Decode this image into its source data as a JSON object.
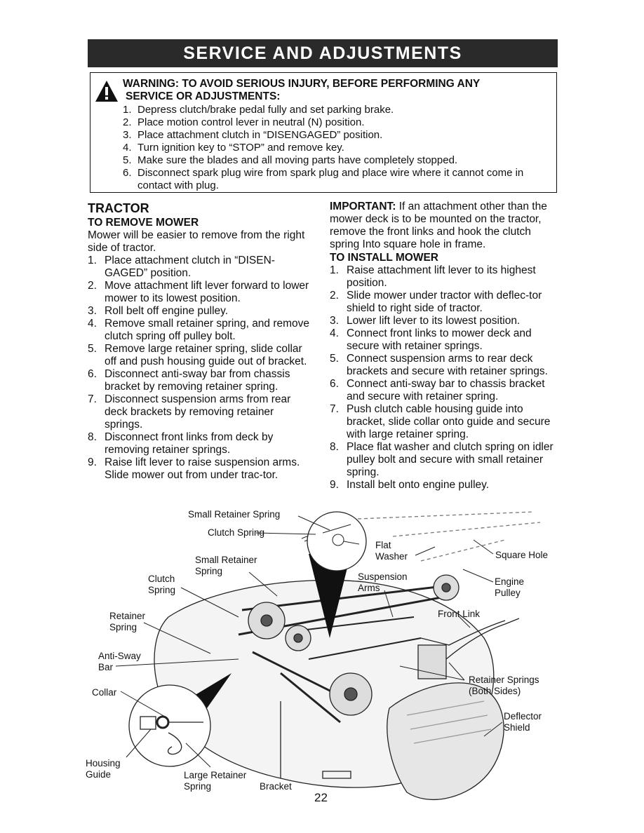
{
  "header": {
    "title": "SERVICE AND ADJUSTMENTS"
  },
  "warning": {
    "heading_line1": "WARNING: TO AVOID SERIOUS INJURY, BEFORE PERFORMING ANY",
    "heading_line2": "SERVICE OR ADJUSTMENTS:",
    "steps": [
      "Depress clutch/brake pedal fully and set parking brake.",
      "Place motion control lever in neutral (N) position.",
      "Place attachment clutch  in “DISENGAGED” position.",
      "Turn ignition key to “STOP” and remove key.",
      "Make sure the blades and all moving parts have completely stopped.",
      "Disconnect spark plug wire from spark plug and place wire where it cannot come in contact with plug."
    ]
  },
  "left": {
    "section_title": "TRACTOR",
    "subsection_title": "TO REMOVE MOWER",
    "intro": "Mower will be easier to remove from the right side of tractor.",
    "steps": [
      "Place attachment clutch in “DISEN-GAGED” position.",
      "Move attachment lift lever forward to lower mower to its lowest position.",
      "Roll belt off engine pulley.",
      "Remove small retainer spring, and remove clutch spring off pulley bolt.",
      "Remove large retainer spring, slide collar off and push housing guide out of bracket.",
      "Disconnect anti-sway bar from chassis bracket by removing retainer spring.",
      "Disconnect suspension arms from rear deck brackets by removing retainer springs.",
      "Disconnect front links from deck by removing retainer springs.",
      "Raise lift lever to raise suspension arms. Slide mower out from under trac-tor."
    ]
  },
  "right": {
    "important_label": "IMPORTANT:",
    "important_text": " If an attachment other than the mower deck is to be mounted on the tractor, remove the front links and hook the clutch spring Into square hole in frame.",
    "subsection_title": "TO INSTALL MOWER",
    "steps": [
      "Raise attachment lift lever to its highest position.",
      "Slide mower under tractor with deflec-tor shield to right side of tractor.",
      "Lower lift lever to its lowest position.",
      "Connect front links to mower deck and secure with retainer springs.",
      "Connect suspension arms to rear deck brackets and secure with retainer springs.",
      "Connect anti-sway bar to chassis bracket and secure with retainer spring.",
      "Push clutch cable housing guide into bracket, slide collar onto guide and secure with large retainer spring.",
      "Place flat washer and clutch spring on idler pulley bolt and secure with small retainer spring.",
      "Install belt onto engine pulley."
    ]
  },
  "diagram": {
    "labels": {
      "small_retainer_spring_top": "Small Retainer Spring",
      "clutch_spring_top": "Clutch Spring",
      "flat_washer_1": "Flat",
      "flat_washer_2": "Washer",
      "square_hole": "Square Hole",
      "small_retainer_1": "Small Retainer",
      "small_retainer_2": "Spring",
      "clutch_spring_1": "Clutch",
      "clutch_spring_2": "Spring",
      "suspension_arms_1": "Suspension",
      "suspension_arms_2": "Arms",
      "engine_pulley_1": "Engine",
      "engine_pulley_2": "Pulley",
      "retainer_spring_1": "Retainer",
      "retainer_spring_2": "Spring",
      "front_link": "Front Link",
      "anti_sway_1": "Anti-Sway",
      "anti_sway_2": "Bar",
      "collar": "Collar",
      "retainer_springs_1": "Retainer Springs",
      "retainer_springs_2": "(Both Sides)",
      "deflector_1": "Deflector",
      "deflector_2": "Shield",
      "housing_guide_1": "Housing",
      "housing_guide_2": "Guide",
      "large_retainer_1": "Large Retainer",
      "large_retainer_2": "Spring",
      "bracket": "Bracket"
    }
  },
  "page_number": "22"
}
